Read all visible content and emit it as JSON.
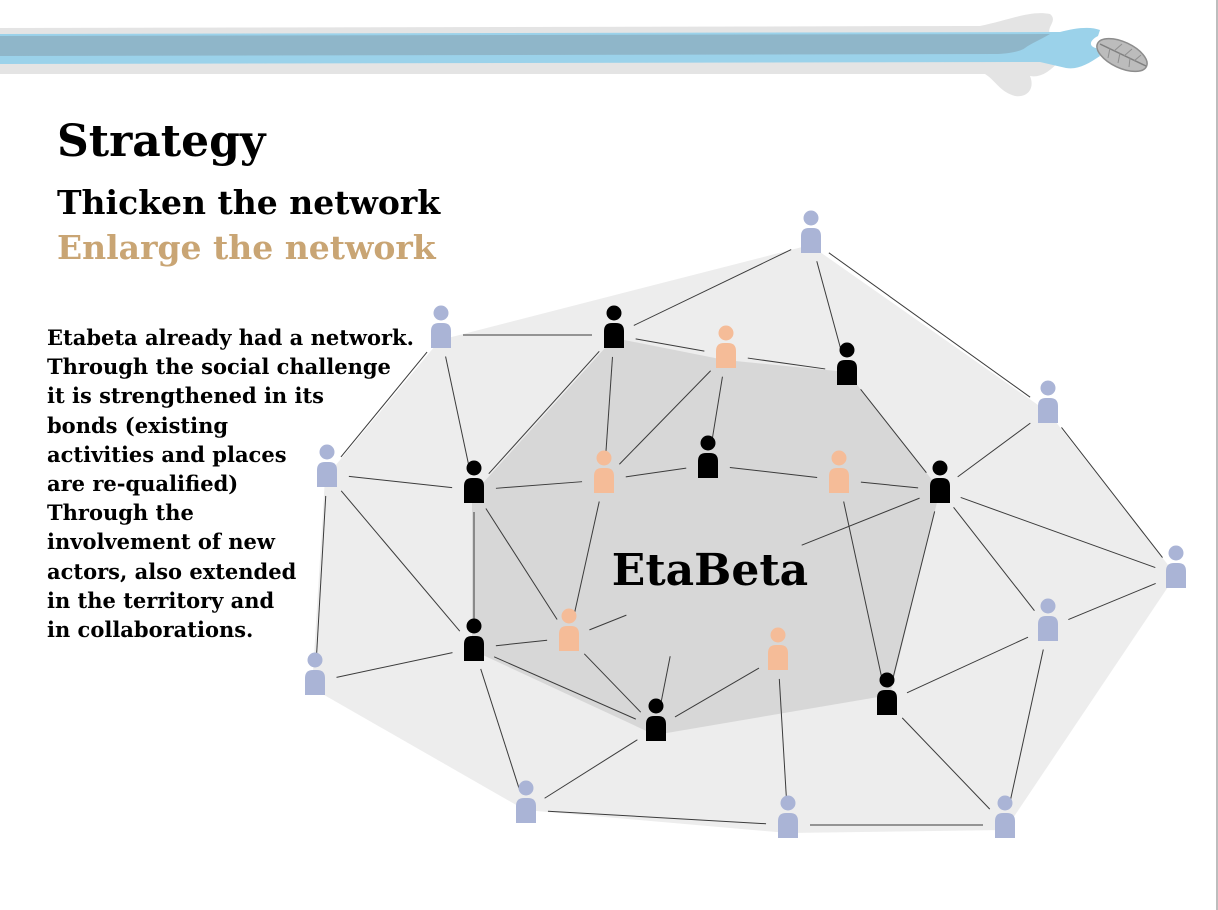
{
  "slide": {
    "title": "Strategy",
    "subtitle_1": "Thicken the network",
    "subtitle_2": "Enlarge  the network",
    "body_lines": [
      "Etabeta already had a network.",
      "Through the social challenge",
      "it is strengthened in its",
      "bonds (existing",
      "activities and places",
      "are re-qualified)",
      "Through the",
      "involvement of new",
      "actors, also extended",
      "in the territory and",
      "in collaborations."
    ]
  },
  "diagram": {
    "center_label": "EtaBeta",
    "colors": {
      "existing_actor": "#000000",
      "requalified_actor": "#f5bc98",
      "new_actor": "#aab4d6",
      "outer_area": "#ededed",
      "inner_area": "#d7d7d7",
      "subtitle_2": "#c9a574"
    },
    "icons": {
      "person": "person-icon",
      "banner": "brush-stroke-banner",
      "leaf": "leaf-icon"
    }
  }
}
